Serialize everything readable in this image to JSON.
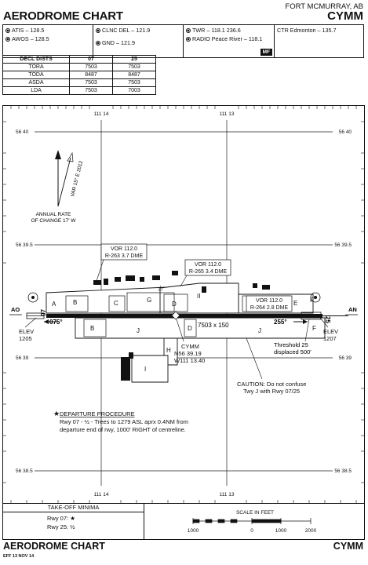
{
  "header": {
    "title": "AERODROME CHART",
    "city": "FORT MCMURRAY, AB",
    "ident": "CYMM"
  },
  "freqs": {
    "atis": "ATIS – 128.5",
    "awos": "AWOS – 128.5",
    "clnc": "CLNC DEL – 121.9",
    "gnd": "GND – 121.9",
    "twr": "TWR – 118.1  236.6",
    "radio": "RADIO Peace River – 118.1",
    "ctr": "CTR Edmonton – 135.7",
    "mf": "MF"
  },
  "decl": {
    "header": "DECL DISTS",
    "cols": [
      "07",
      "25"
    ],
    "rows": [
      {
        "name": "TORA",
        "v07": "7503",
        "v25": "7503"
      },
      {
        "name": "TODA",
        "v07": "8487",
        "v25": "8487"
      },
      {
        "name": "ASDA",
        "v07": "7503",
        "v25": "7503"
      },
      {
        "name": "LDA",
        "v07": "7503",
        "v25": "7003"
      }
    ]
  },
  "grid": {
    "lon_left": "111 14",
    "lon_right": "111 13",
    "lat_top": "56 40",
    "lat_mid": "56 39.5",
    "lat_low": "56 39",
    "lat_bottom": "56 38.5"
  },
  "variation": {
    "label": "VAR 15° E 2012",
    "rate_line1": "ANNUAL RATE",
    "rate_line2": "OF CHANGE 17' W"
  },
  "vor": {
    "a_line1": "VOR 112.0",
    "a_line2": "R-263  3.7 DME",
    "b_line1": "VOR 112.0",
    "b_line2": "R-265  3.4 DME",
    "c_line1": "VOR 112.0",
    "c_line2": "R-264  2.8 DME"
  },
  "runway": {
    "rwy07": "07",
    "rwy25": "25",
    "hdg07": "075°",
    "hdg25": "255°",
    "dims": "7503 x 150",
    "ao": "AO",
    "an": "AN",
    "elev_w_label": "ELEV",
    "elev_w": "1205",
    "elev_e_label": "ELEV",
    "elev_e": "1207",
    "threshold1": "Threshold 25",
    "threshold2": "displaced 500'"
  },
  "taxiways": {
    "a": "A",
    "b": "B",
    "c": "C",
    "d": "D",
    "e": "E",
    "f": "F",
    "g": "G",
    "h": "H",
    "i": "I",
    "j": "J",
    "ii": "II"
  },
  "arp": {
    "name": "CYMM",
    "lat": "N56 39.19",
    "lon": "W111 13.40"
  },
  "caution": {
    "line1": "CAUTION: Do not confuse",
    "line2": "Twy J with Rwy 07/25"
  },
  "departure": {
    "title": "DEPARTURE PROCEDURE",
    "line1": "Rwy 07 - ½ - Trees to 1279 ASL aprx 0.4NM from",
    "line2": "departure end of rwy, 1000' RIGHT of centreline."
  },
  "takeoff": {
    "title": "TAKE-OFF MINIMA",
    "rwy07": "Rwy 07:",
    "rwy07_val": "★",
    "rwy25": "Rwy 25:",
    "rwy25_val": "½"
  },
  "scale": {
    "title": "SCALE IN FEET",
    "l1000": "1000",
    "l0": "0",
    "r1000": "1000",
    "r2000": "2000"
  },
  "footer": {
    "title": "AERODROME CHART",
    "ident": "CYMM",
    "eff": "EFF 13 NOV 14"
  }
}
